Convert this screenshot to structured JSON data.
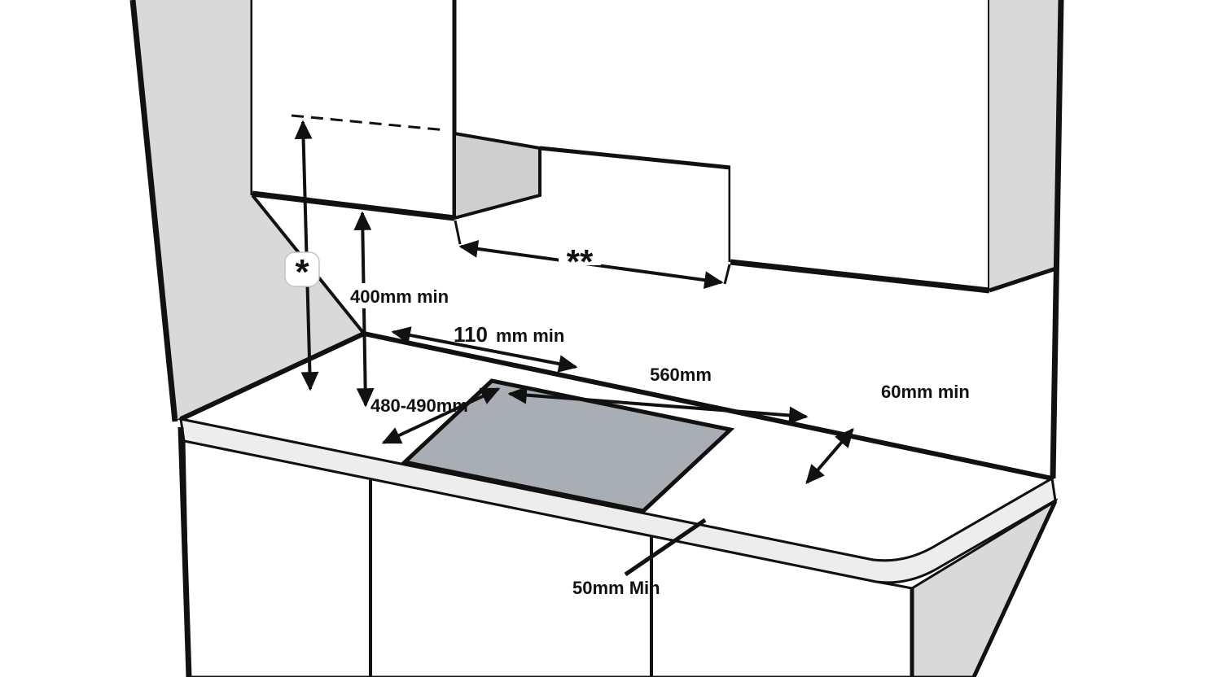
{
  "labels": {
    "asterisk": "*",
    "double_asterisk": "**",
    "min_height_above_worktop": "400mm min",
    "rear_clearance_value": "110",
    "rear_clearance_suffix": "mm min",
    "cutout_width": "560mm",
    "cutout_depth": "480-490mm",
    "side_clearance": "60mm min",
    "front_clearance": "50mm Min"
  },
  "colors": {
    "line": "#111111",
    "side_panel": "#d9d9d9",
    "recess_shadow": "#cfcfcf",
    "worktop_edge": "#ededed",
    "cutout_fill": "#a9adb4",
    "background": "#ffffff"
  }
}
